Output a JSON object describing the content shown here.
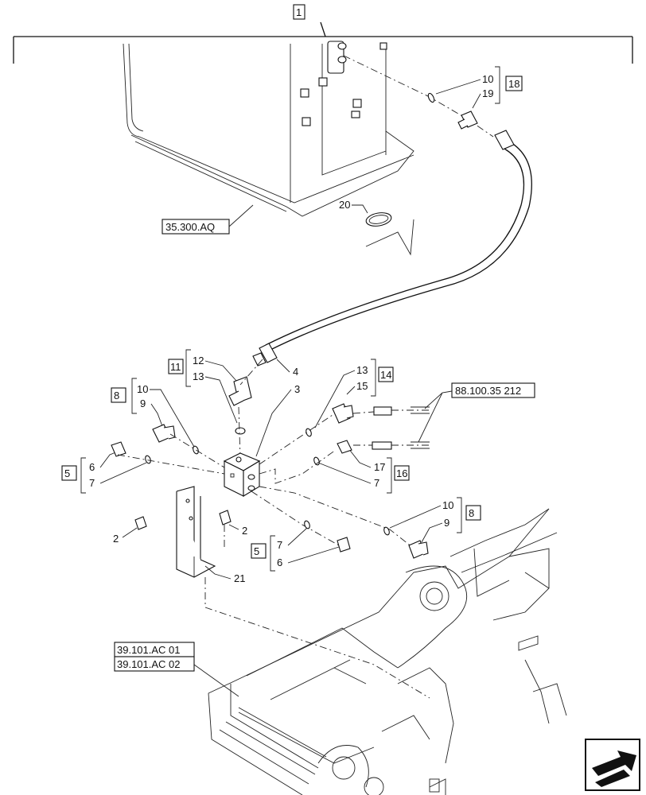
{
  "callouts": {
    "assembly": "1",
    "c10a": "10",
    "c19": "19",
    "c18": "18",
    "c20": "20",
    "c12": "12",
    "c13a": "13",
    "c11": "11",
    "c4": "4",
    "c3": "3",
    "c13b": "13",
    "c15": "15",
    "c14": "14",
    "c10b": "10",
    "c9a": "9",
    "c8a": "8",
    "c6a": "6",
    "c7a": "7",
    "c5a": "5",
    "c17": "17",
    "c7b": "7",
    "c16": "16",
    "c10c": "10",
    "c9b": "9",
    "c8b": "8",
    "c2a": "2",
    "c2b": "2",
    "c7c": "7",
    "c6b": "6",
    "c5b": "5",
    "c21": "21"
  },
  "references": {
    "tank": "35.300.AQ",
    "hoses": "88.100.35 212",
    "frame1": "39.101.AC 01",
    "frame2": "39.101.AC 02"
  },
  "nav": {
    "icon": "next-page-arrow-icon"
  }
}
